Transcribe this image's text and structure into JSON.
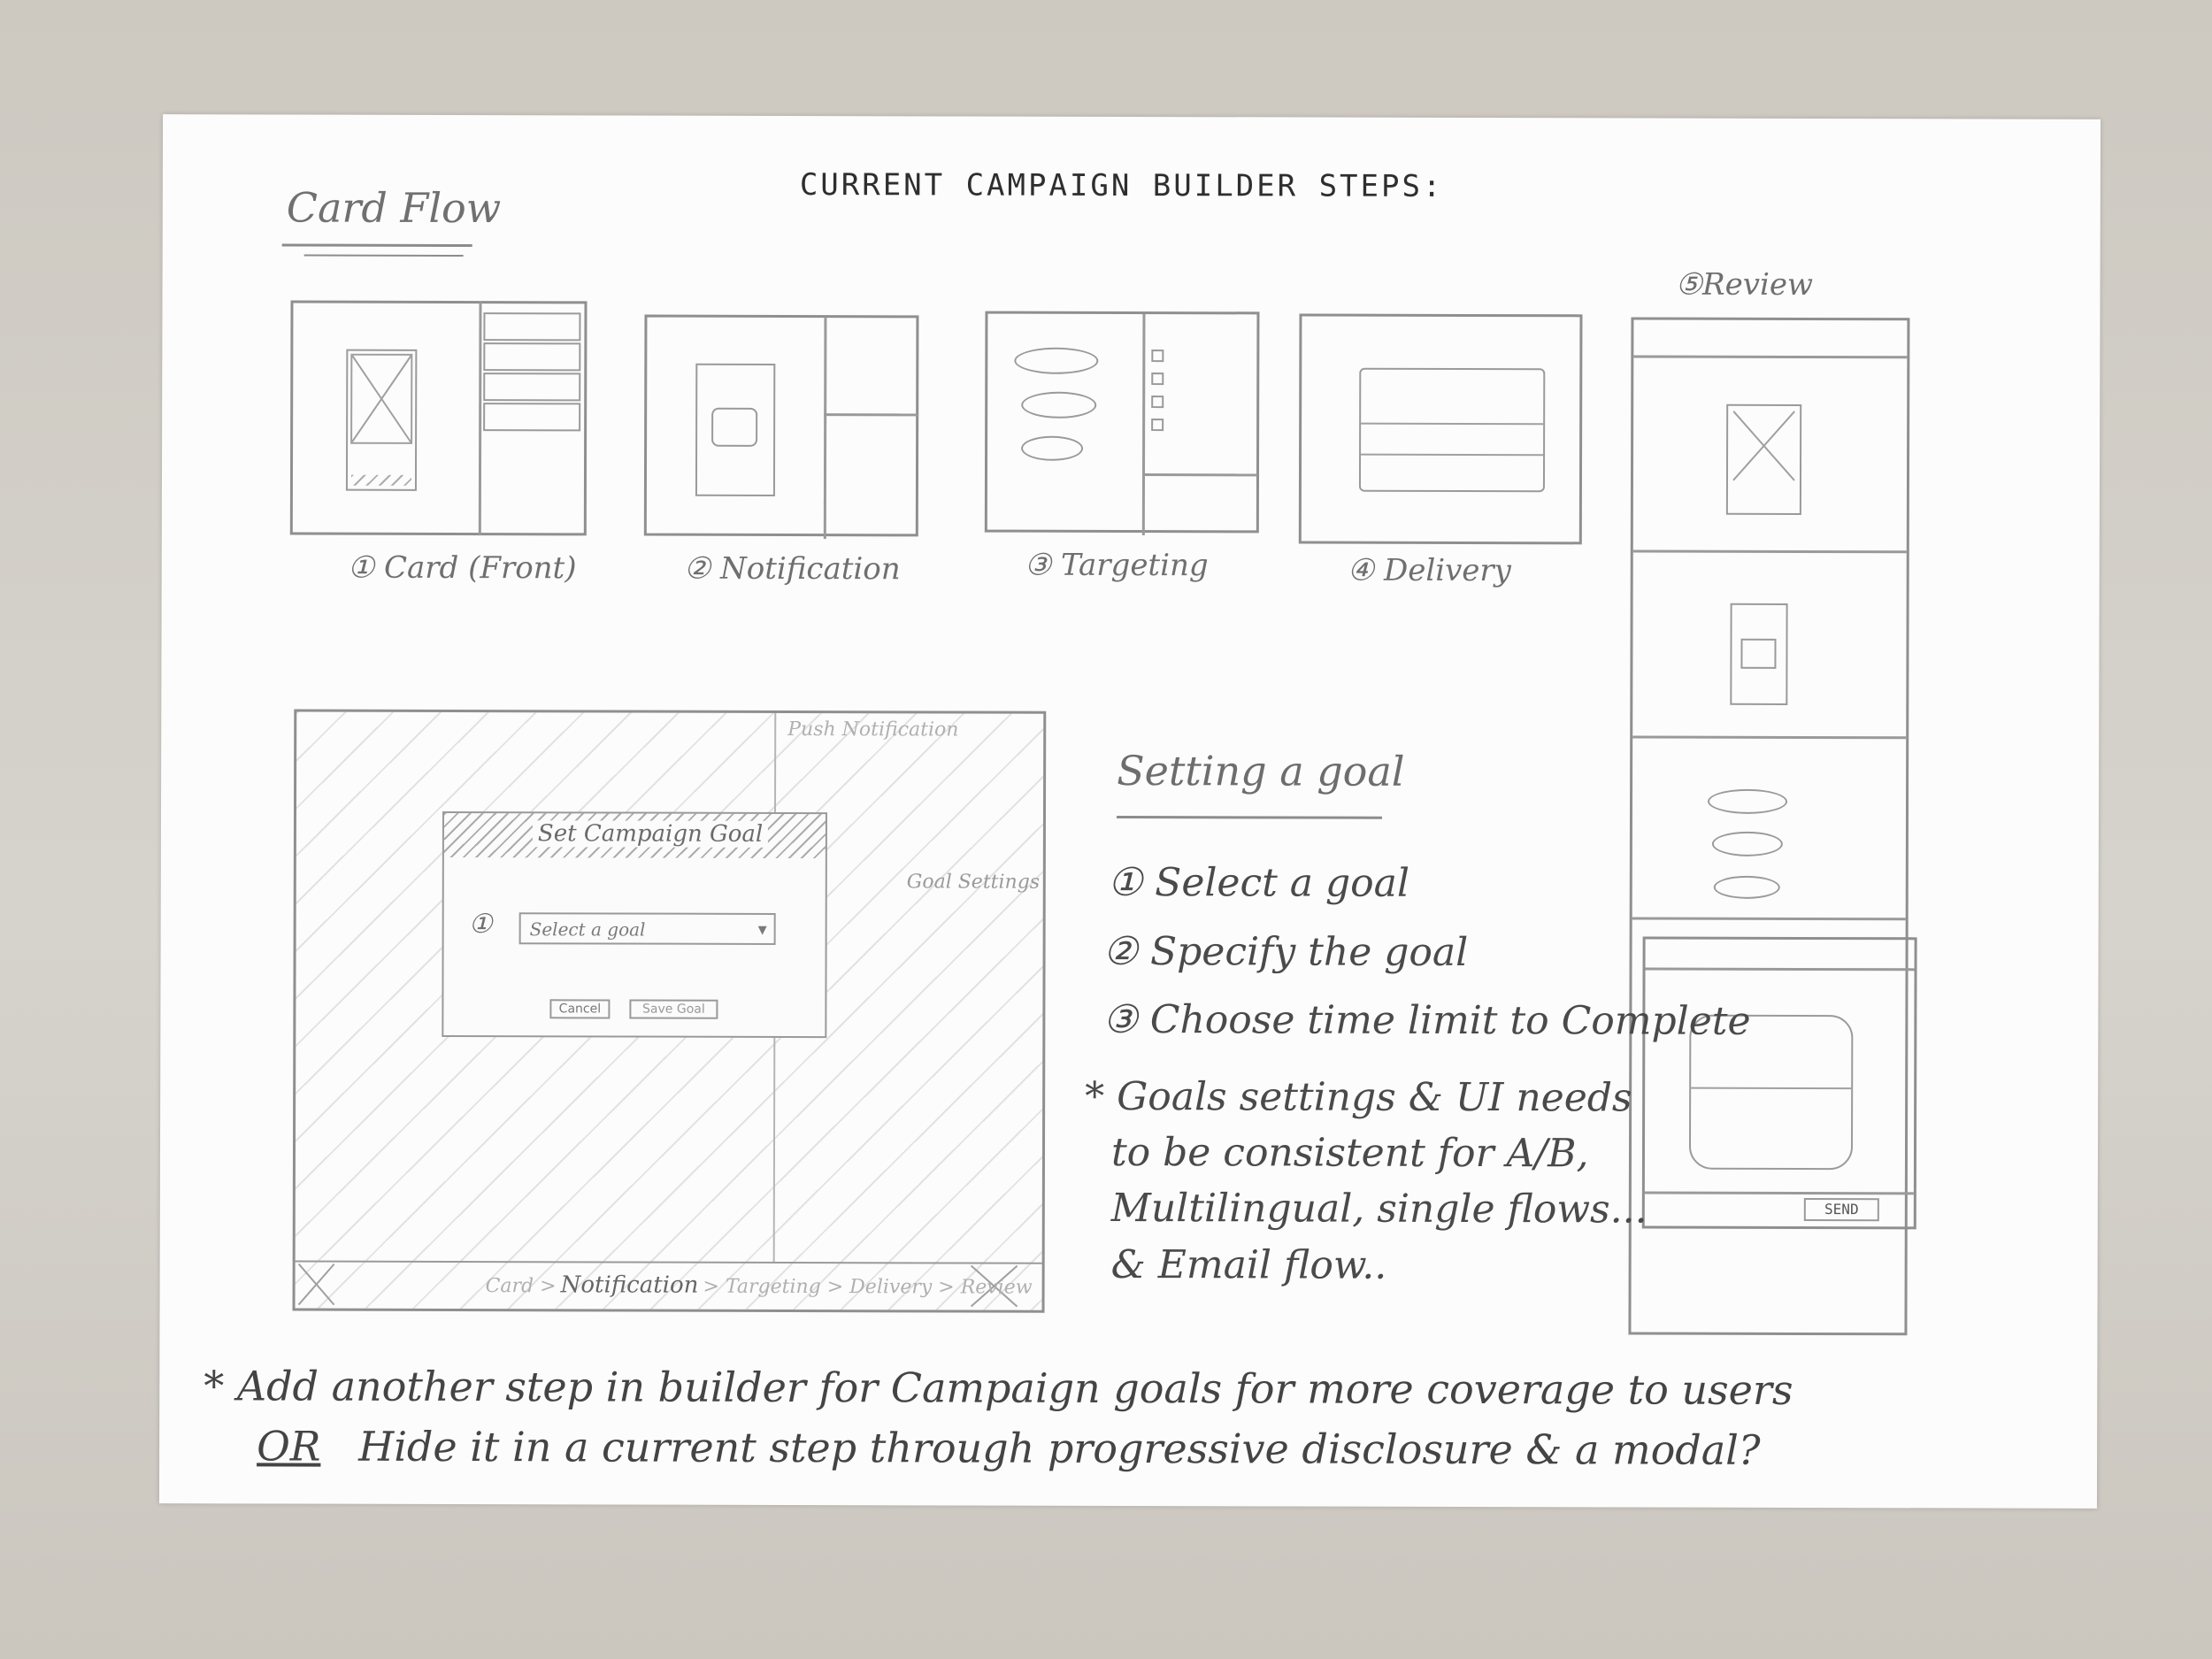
{
  "heading": "CURRENT CAMPAIGN BUILDER STEPS:",
  "card_flow_title": "Card Flow",
  "steps": [
    {
      "label": "① Card (Front)"
    },
    {
      "label": "② Notification"
    },
    {
      "label": "③ Targeting"
    },
    {
      "label": "④ Delivery"
    },
    {
      "label": "⑤Review"
    }
  ],
  "modal_sketch": {
    "panel_title": "Push Notification",
    "side_label": "Goal Settings",
    "modal_title": "Set Campaign Goal",
    "step_number": "①",
    "select_placeholder": "Select a goal",
    "cancel_label": "Cancel",
    "save_label": "Save Goal",
    "breadcrumb_prefix": "Card >",
    "breadcrumb_current": "Notification",
    "breadcrumb_suffix": "> Targeting > Delivery > Review"
  },
  "review_send_label": "SEND",
  "setting_goal": {
    "title": "Setting a goal",
    "items": [
      "① Select a goal",
      "② Specify the goal",
      "③ Choose time limit to Complete"
    ],
    "note_lines": [
      "* Goals settings & UI needs",
      "to be consistent for A/B,",
      "Multilingual, single flows...",
      "& Email flow.."
    ]
  },
  "bottom_note": {
    "line1": "* Add another step in builder for Campaign goals for more coverage to users",
    "or_label": "OR",
    "line2": "Hide it in a current step through progressive disclosure & a modal?"
  }
}
